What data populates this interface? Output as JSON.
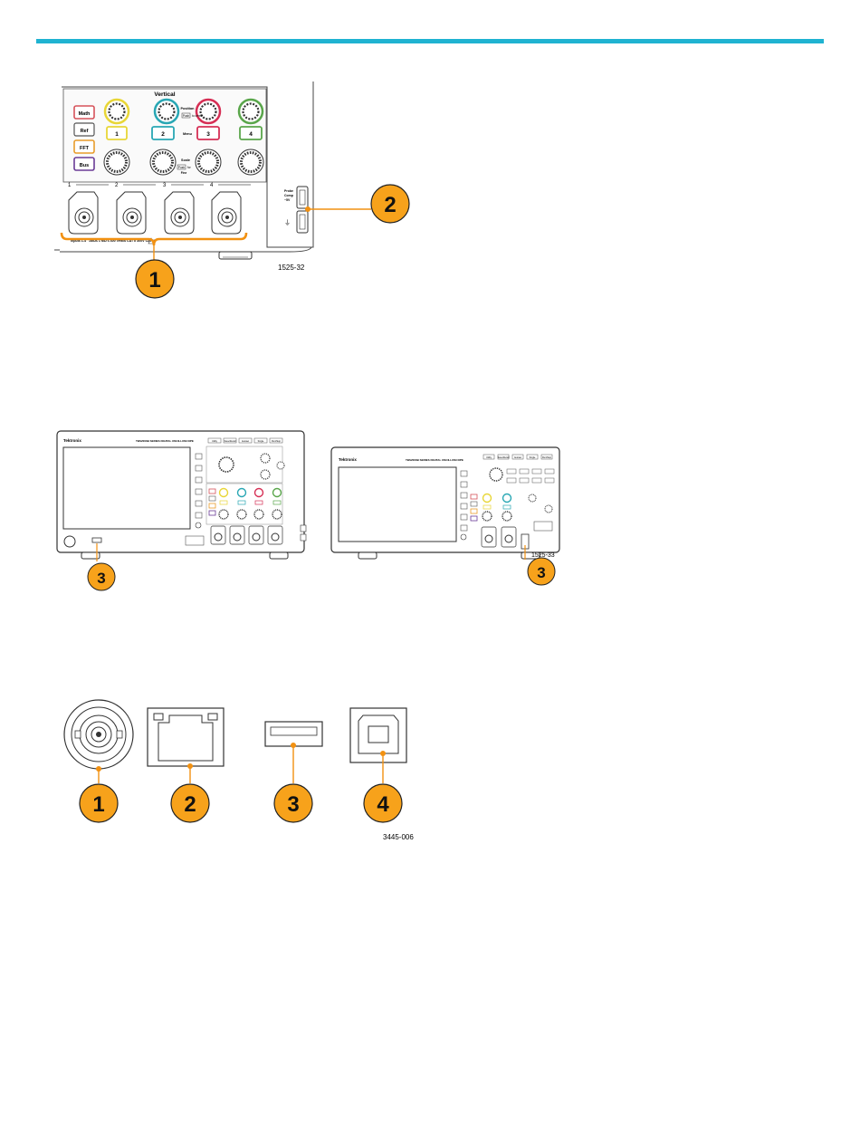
{
  "colors": {
    "header_rule": "#1fb3d1",
    "callout_fill": "#f7a21b",
    "callout_stroke": "#222222",
    "leader": "#f29111",
    "ch1": "#e8d637",
    "ch2": "#29a7b4",
    "ch3": "#d62f55",
    "ch4": "#5aa64b",
    "math": "#d6525a",
    "fft": "#e89c2b",
    "bus": "#6a3b96"
  },
  "figure1": {
    "panel_title": "Vertical",
    "math_button": "Math",
    "ref_button": "Ref",
    "fft_button": "FFT",
    "bus_button": "Bus",
    "channel_buttons": [
      "1",
      "2",
      "3",
      "4"
    ],
    "position_label": "Position",
    "push_to_center": "to center",
    "push_word": "Push",
    "menu_label": "Menu",
    "scale_label": "Scale",
    "fine_label": "for",
    "fine_word": "Fine",
    "input_numbers": [
      "1",
      "2",
      "3",
      "4"
    ],
    "inputs_label": "Inputs 1-4",
    "inputs_rating": "1MΩ≤ 1 MΩ ≤ 300 VRMS CAT II 300V CAT II",
    "probe_label_lines": [
      "Probe",
      "Comp",
      "~5V"
    ],
    "usb_symbol": "⏚",
    "callout_inputs": "1",
    "callout_comp": "2",
    "figure_id": "1525-32"
  },
  "figure2": {
    "brand": "Tektronix",
    "model_left": "TBS2000B SERIES DIGITAL OSCILLOSCOPE",
    "model_right": "TBS2000B SERIES DIGITAL OSCILLOSCOPE",
    "top_buttons": [
      "Utility",
      "Save/Recall",
      "Autoset",
      "Single",
      "Run/Stop"
    ],
    "callout_left": "3",
    "callout_right": "3",
    "figure_id": "1525-33"
  },
  "figure3": {
    "callouts": [
      "1",
      "2",
      "3",
      "4"
    ],
    "figure_id": "3445-006"
  }
}
